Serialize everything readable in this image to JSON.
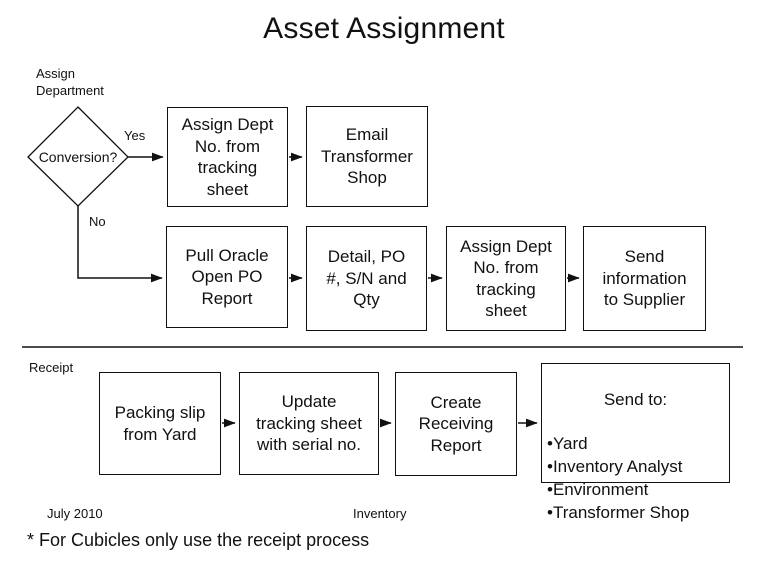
{
  "title": "Asset Assignment",
  "colors": {
    "line": "#111111",
    "background": "#ffffff",
    "text": "#111111"
  },
  "assign_department_section": {
    "label": "Assign\nDepartment",
    "decision": {
      "question": "Conversion?",
      "yes_label": "Yes",
      "no_label": "No"
    },
    "yes_path": [
      {
        "id": "assign-dept-tracking",
        "text": "Assign Dept\nNo. from\ntracking\nsheet"
      },
      {
        "id": "email-transformer-shop",
        "text": "Email\nTransformer\nShop"
      }
    ],
    "no_path": [
      {
        "id": "pull-oracle-report",
        "text": "Pull Oracle\nOpen PO\nReport"
      },
      {
        "id": "detail-po",
        "text": "Detail, PO\n#, S/N and\nQty"
      },
      {
        "id": "assign-dept-tracking-2",
        "text": "Assign Dept\nNo. from\ntracking\nsheet"
      },
      {
        "id": "send-info-supplier",
        "text": "Send\ninformation\nto Supplier"
      }
    ]
  },
  "receipt_section": {
    "label": "Receipt",
    "steps": [
      {
        "id": "packing-slip",
        "text": "Packing slip\nfrom Yard"
      },
      {
        "id": "update-tracking-sheet",
        "text": "Update\ntracking sheet\nwith serial no."
      },
      {
        "id": "create-receiving-report",
        "text": "Create\nReceiving\nReport"
      }
    ],
    "send_to": {
      "heading": "Send to:",
      "bullet_char": "•",
      "recipients": [
        "Yard",
        "Inventory Analyst",
        "Environment",
        "Transformer Shop"
      ]
    }
  },
  "footer": {
    "date": "July 2010",
    "center_label": "Inventory",
    "note": "* For Cubicles only use the receipt process"
  }
}
